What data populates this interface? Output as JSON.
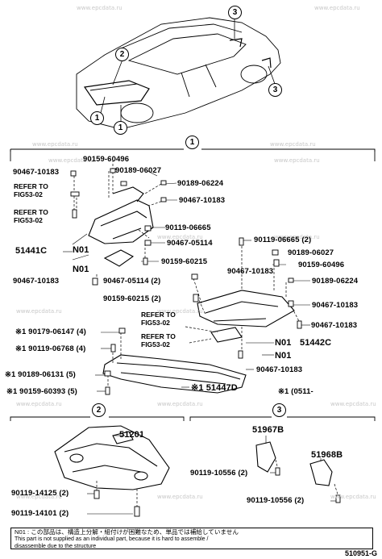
{
  "watermarks": [
    "www.epcdata.ru",
    "www.epcdata.ru",
    "www.epcdata.ru",
    "www.epcdata.ru",
    "www.epcdata.ru",
    "www.epcdata.ru",
    "www.epcdata.ru",
    "www.epcdata.ru",
    "www.epcdata.ru",
    "www.epcdata.ru",
    "www.epcdata.ru",
    "www.epcdata.ru",
    "www.epcdata.ru",
    "www.epcdata.ru",
    "www.epcdata.ru",
    "www.epcdata.ru"
  ],
  "callouts": {
    "c1": "1",
    "c2": "2",
    "c3": "3"
  },
  "group1": {
    "labels": [
      "90159-60496",
      "90467-10183",
      "90189-06027",
      "90189-06224",
      "90467-10183",
      "90119-06665",
      "51441C",
      "N01",
      "90467-05114",
      "90119-06665 (2)",
      "90189-06027",
      "N01",
      "90159-60215",
      "90159-60496",
      "90467-10183",
      "90467-10183",
      "90467-05114 (2)",
      "90189-06224",
      "90159-60215 (2)",
      "90467-10183",
      "90467-10183",
      "※1 90179-06147 (4)",
      "※1 90119-06768 (4)",
      "N01",
      "51442C",
      "N01",
      "※1 90189-06131 (5)",
      "90467-10183",
      "※1 90159-60393 (5)",
      "※1 51447D",
      "※1 (0511-"
    ],
    "refer": [
      "REFER TO",
      "FIG53-02",
      "REFER TO",
      "FIG53-02",
      "REFER TO",
      "FIG53-02",
      "REFER TO",
      "FIG53-02"
    ]
  },
  "group2": {
    "labels": [
      "51201",
      "90119-14125 (2)",
      "90119-14101 (2)"
    ]
  },
  "group3": {
    "labels": [
      "51967B",
      "51968B",
      "90119-10556 (2)",
      "90119-10556 (2)"
    ]
  },
  "note": {
    "line1": "N01 : この部品は、構造上分解・組付けが困難なため、単品では補給していません",
    "line2": "This part is not supplied as an individual part, because it is hard to assemble /",
    "line3": "disassemble due to the structure"
  },
  "figure_code": "510951-G"
}
